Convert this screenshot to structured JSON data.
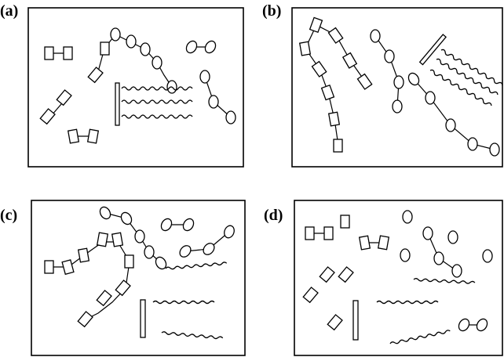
{
  "figure": {
    "panels": [
      {
        "label": "(a)"
      },
      {
        "label": "(b)"
      },
      {
        "label": "(c)"
      },
      {
        "label": "(d)"
      }
    ],
    "element_types": [
      "rectangular-monomer",
      "oval-monomer",
      "wavy-chain",
      "vertical-bar"
    ]
  }
}
